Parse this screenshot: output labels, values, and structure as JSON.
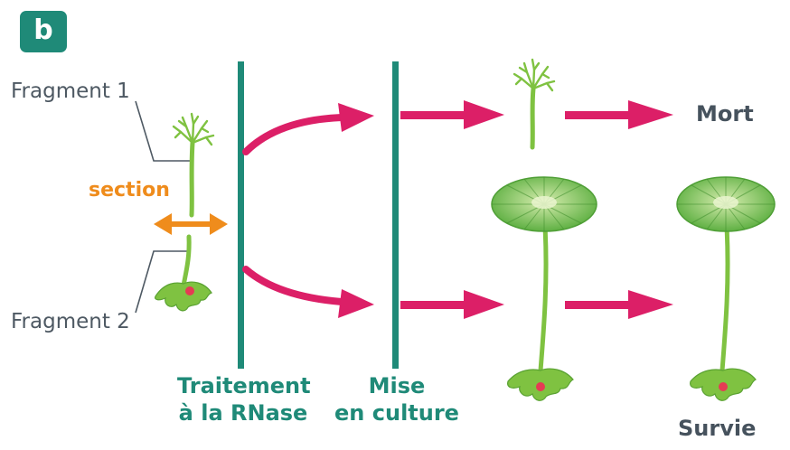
{
  "panel_label": "b",
  "labels": {
    "fragment1": "Fragment 1",
    "fragment2": "Fragment 2",
    "section": "section",
    "treatment_line1": "Traitement",
    "treatment_line2": "à la RNase",
    "culture_line1": "Mise",
    "culture_line2": "en culture",
    "death": "Mort",
    "survival": "Survie"
  },
  "colors": {
    "teal": "#1f8a78",
    "arrow_magenta": "#dc1f67",
    "section_orange": "#ef8c1c",
    "plant_green": "#7fc241",
    "cap_green": "#63b545",
    "nucleus_red": "#e53b54",
    "text_gray": "#4e5963"
  }
}
